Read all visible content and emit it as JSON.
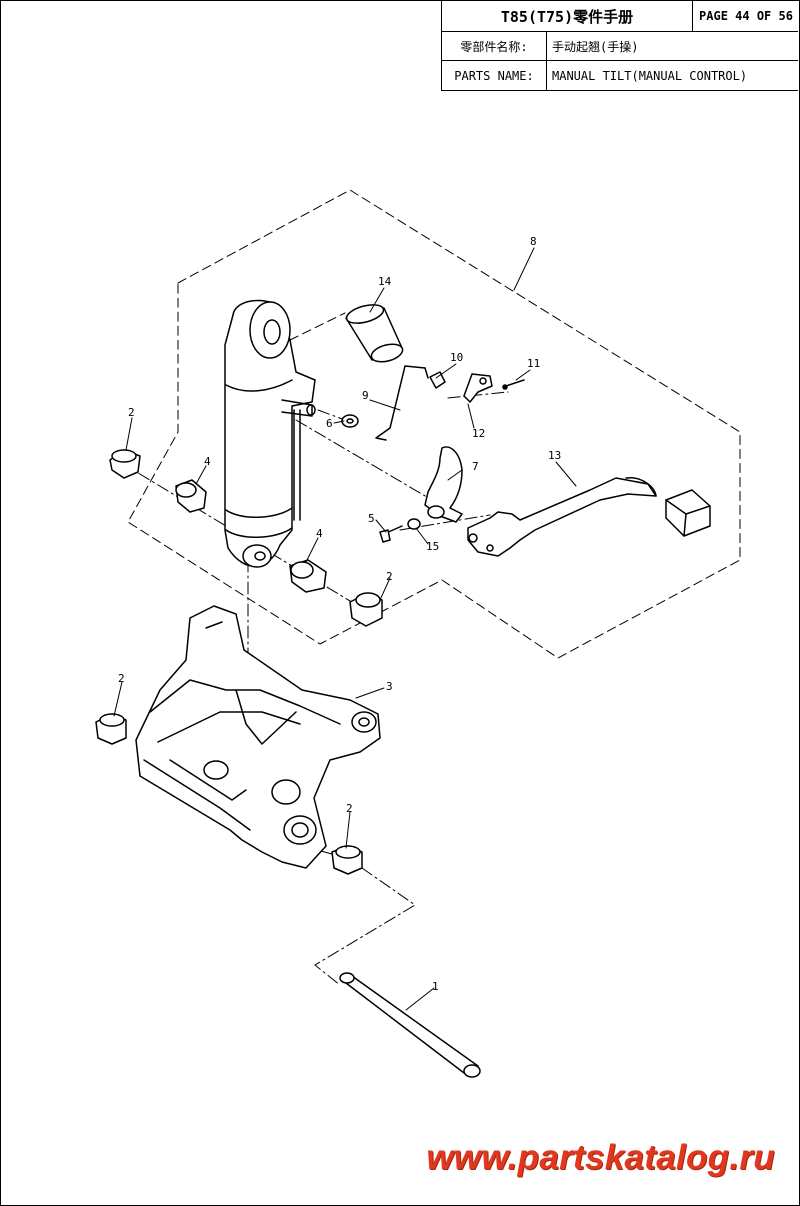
{
  "header": {
    "manual_title": "T85(T75)零件手册",
    "page_label": "PAGE 44 OF 56",
    "cn_name_label": "零部件名称:",
    "cn_name_value": "手动起翘(手操)",
    "en_name_label": "PARTS NAME:",
    "en_name_value": "MANUAL TILT(MANUAL CONTROL)"
  },
  "callouts": {
    "c1": "1",
    "c2a": "2",
    "c2b": "2",
    "c2c": "2",
    "c2d": "2",
    "c3": "3",
    "c4a": "4",
    "c4b": "4",
    "c5": "5",
    "c6": "6",
    "c7": "7",
    "c8": "8",
    "c9": "9",
    "c10": "10",
    "c11": "11",
    "c12": "12",
    "c13": "13",
    "c14": "14",
    "c15": "15"
  },
  "watermark": "www.partskatalog.ru"
}
